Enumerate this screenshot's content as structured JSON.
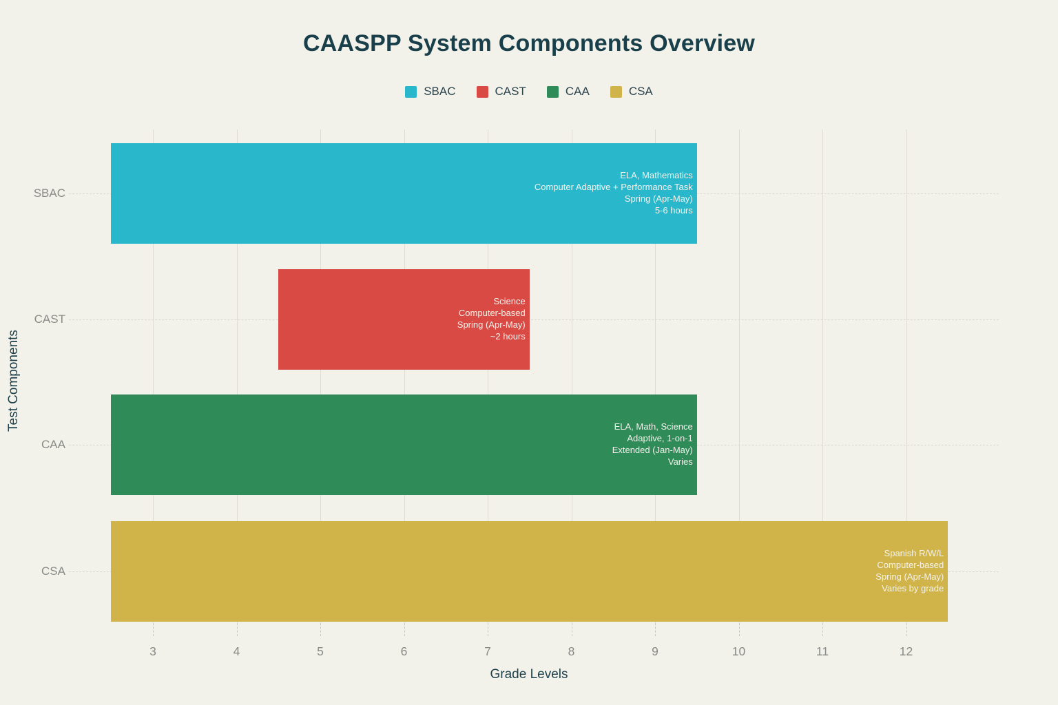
{
  "chart_data": {
    "type": "bar",
    "orientation": "horizontal-range",
    "title": "CAASPP System Components Overview",
    "xlabel": "Grade Levels",
    "ylabel": "Test Components",
    "x_ticks": [
      3,
      4,
      5,
      6,
      7,
      8,
      9,
      10,
      11,
      12
    ],
    "xlim": [
      2.3,
      13.1
    ],
    "grid": true,
    "legend_position": "top",
    "categories": [
      "SBAC",
      "CAST",
      "CAA",
      "CSA"
    ],
    "series": [
      {
        "name": "SBAC",
        "color": "#29b8cb",
        "grade_start": 2.5,
        "grade_end": 9.5,
        "label_lines": [
          "ELA, Mathematics",
          "Computer Adaptive + Performance Task",
          "Spring (Apr-May)",
          "5-6 hours"
        ]
      },
      {
        "name": "CAST",
        "color": "#d94a45",
        "grade_start": 4.5,
        "grade_end": 7.5,
        "label_lines": [
          "Science",
          "Computer-based",
          "Spring (Apr-May)",
          "~2 hours"
        ]
      },
      {
        "name": "CAA",
        "color": "#2f8b57",
        "grade_start": 2.5,
        "grade_end": 9.5,
        "label_lines": [
          "ELA, Math, Science",
          "Adaptive, 1-on-1",
          "Extended (Jan-May)",
          "Varies"
        ]
      },
      {
        "name": "CSA",
        "color": "#d0b44a",
        "grade_start": 2.5,
        "grade_end": 12.5,
        "label_lines": [
          "Spanish R/W/L",
          "Computer-based",
          "Spring (Apr-May)",
          "Varies by grade"
        ]
      }
    ]
  },
  "colors": {
    "background": "#f2f1ea",
    "title_text": "#183f4a",
    "axis_title_text": "#1d3f4a",
    "legend_text": "#2c454e",
    "tick_text": "#878a86",
    "category_text": "#888b87",
    "gridline": "#dedcd5",
    "row_gridline": "#d9d7cf",
    "tick_mark": "#c9c7c0",
    "bar_label_text": "#f3f2ec"
  }
}
